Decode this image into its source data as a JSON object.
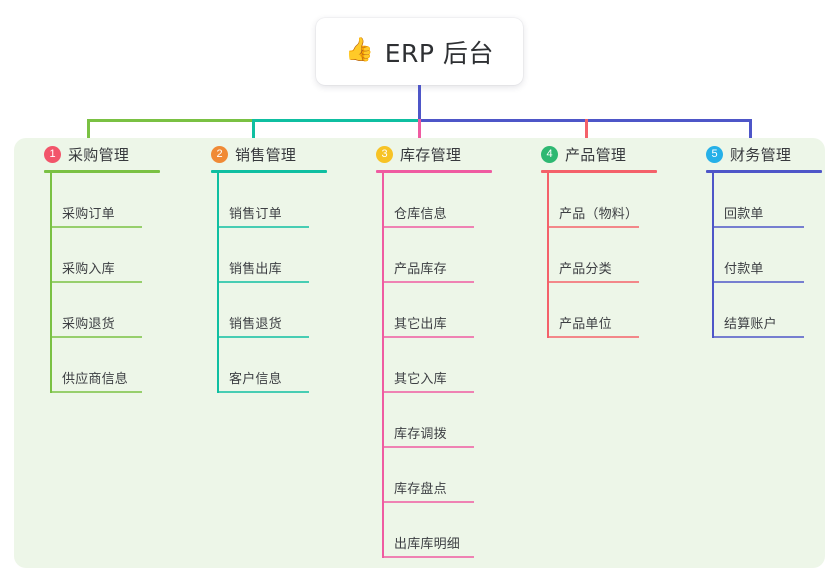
{
  "title": {
    "emoji_icon": "thumbs-up-icon",
    "emoji": "👍",
    "text": "ERP 后台"
  },
  "colors": {
    "panel_bg": "#edf6e8",
    "trunk": "#4e56c8",
    "green": "#7ac143",
    "teal": "#0fbfa1",
    "pink": "#ef5ba1",
    "red": "#f4616a",
    "blue": "#4e56c8",
    "badge1": "#f2556a",
    "badge2": "#f08a35",
    "badge3": "#f7c325",
    "badge4": "#2eb872",
    "badge5": "#26b0e8"
  },
  "columns": [
    {
      "badge": "1",
      "badge_color": "#f2556a",
      "accent": "#7ac143",
      "title": "采购管理",
      "items": [
        "采购订单",
        "采购入库",
        "采购退货",
        "供应商信息"
      ]
    },
    {
      "badge": "2",
      "badge_color": "#f08a35",
      "accent": "#0fbfa1",
      "title": "销售管理",
      "items": [
        "销售订单",
        "销售出库",
        "销售退货",
        "客户信息"
      ]
    },
    {
      "badge": "3",
      "badge_color": "#f7c325",
      "accent": "#ef5ba1",
      "title": "库存管理",
      "items": [
        "仓库信息",
        "产品库存",
        "其它出库",
        "其它入库",
        "库存调拨",
        "库存盘点",
        "出库库明细"
      ]
    },
    {
      "badge": "4",
      "badge_color": "#2eb872",
      "accent": "#f4616a",
      "title": "产品管理",
      "items": [
        "产品（物料）",
        "产品分类",
        "产品单位"
      ]
    },
    {
      "badge": "5",
      "badge_color": "#26b0e8",
      "accent": "#4e56c8",
      "title": "财务管理",
      "items": [
        "回款单",
        "付款单",
        "结算账户"
      ]
    }
  ]
}
